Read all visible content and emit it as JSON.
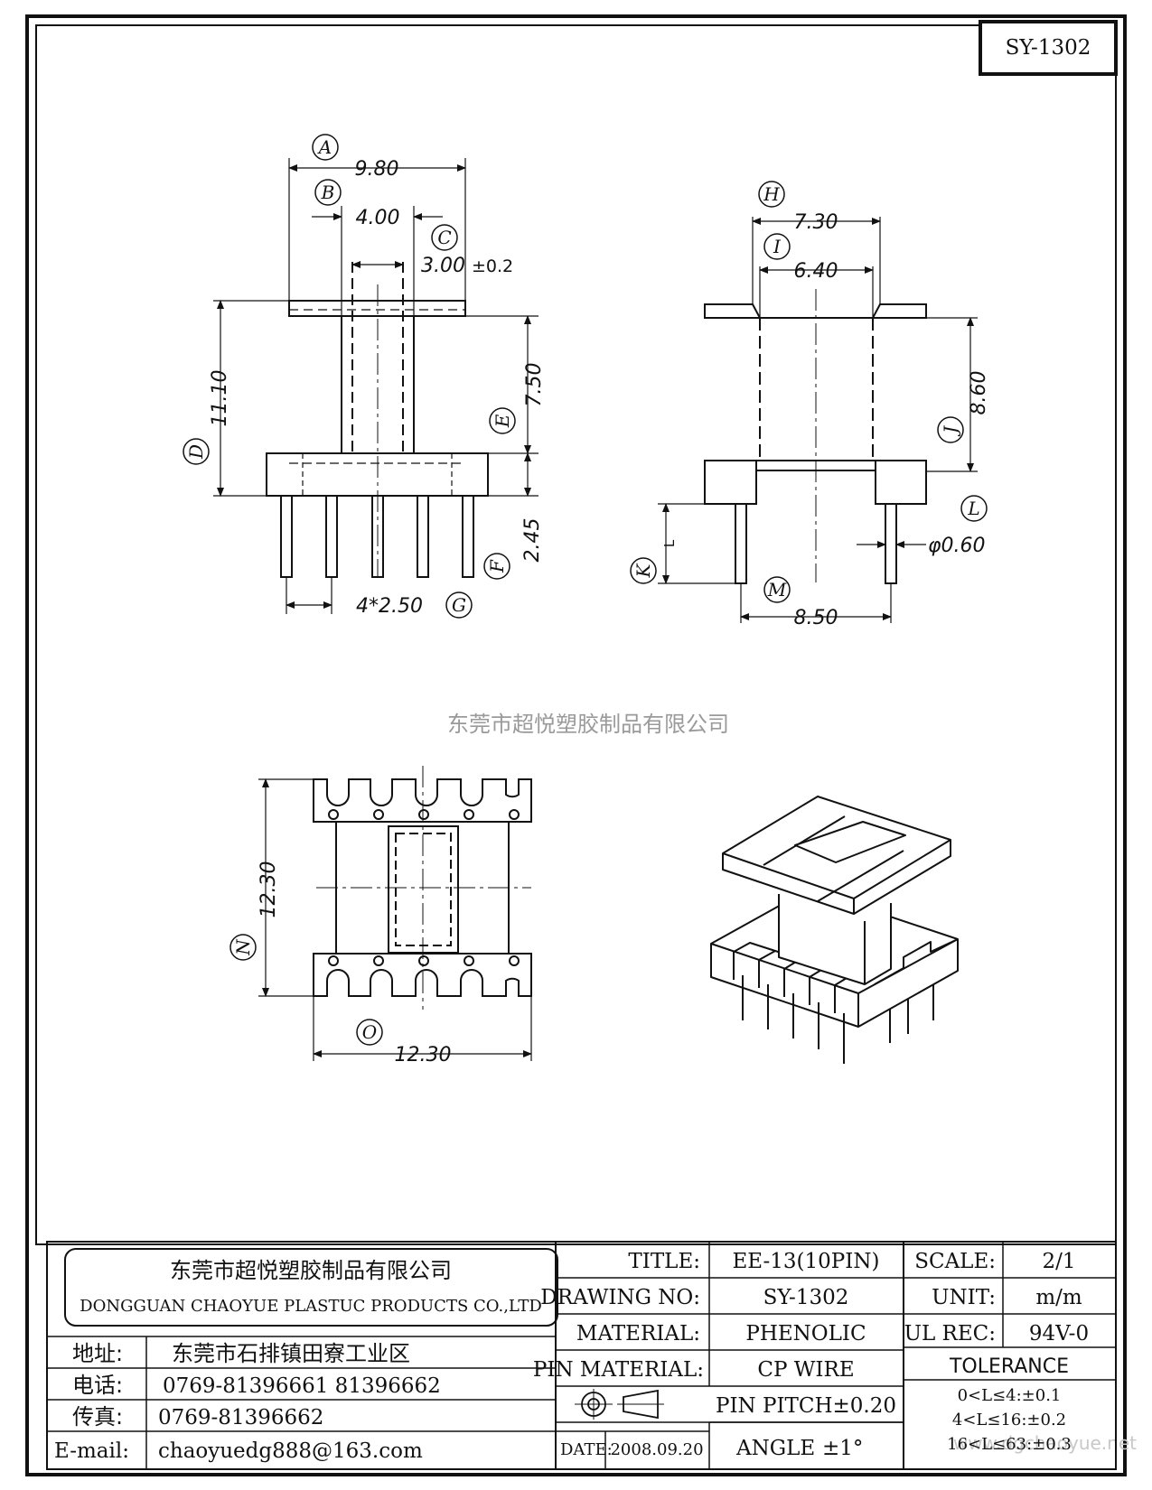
{
  "drawing_code": "SY-1302",
  "watermark": "东莞市超悦塑胶制品有限公司",
  "corner_watermark": "www.dgchaoyue.net",
  "front_view": {
    "A": {
      "tag": "A",
      "value": "9.80"
    },
    "B": {
      "tag": "B",
      "value": "4.00"
    },
    "C": {
      "tag": "C",
      "value": "3.00",
      "tol": "±0.2"
    },
    "D": {
      "tag": "D",
      "value": "11.10"
    },
    "E": {
      "tag": "E",
      "value": "7.50"
    },
    "F": {
      "tag": "F",
      "value": "2.45"
    },
    "G": {
      "tag": "G",
      "value": "4*2.50"
    }
  },
  "side_view": {
    "H": {
      "tag": "H",
      "value": "7.30"
    },
    "I": {
      "tag": "I",
      "value": "6.40"
    },
    "J": {
      "tag": "J",
      "value": "8.60"
    },
    "K": {
      "tag": "K",
      "value": "L"
    },
    "L": {
      "tag": "L",
      "value": "φ0.60"
    },
    "M": {
      "tag": "M",
      "value": "8.50"
    }
  },
  "bottom_view": {
    "N": {
      "tag": "N",
      "value": "12.30"
    },
    "O": {
      "tag": "O",
      "value": "12.30"
    }
  },
  "title_block": {
    "company_cn": "东莞市超悦塑胶制品有限公司",
    "company_en": "DONGGUAN CHAOYUE PLASTUC PRODUCTS CO.,LTD",
    "address_label": "地址:",
    "address_value": "东莞市石排镇田寮工业区",
    "phone_label": "电话:",
    "phone_value": "0769-81396661  81396662",
    "fax_label": "传真:",
    "fax_value": "0769-81396662",
    "email_label": "E-mail:",
    "email_value": "chaoyuedg888@163.com",
    "title_label": "TITLE:",
    "title_value": "EE-13(10PIN)",
    "drawing_no_label": "DRAWING NO:",
    "drawing_no_value": "SY-1302",
    "material_label": "MATERIAL:",
    "material_value": "PHENOLIC",
    "pin_material_label": "PIN MATERIAL:",
    "pin_material_value": "CP WIRE",
    "pin_pitch": "PIN PITCH±0.20",
    "angle_label": "ANGLE",
    "angle_value": "±1°",
    "date_label": "DATE:",
    "date_value": "2008.09.20",
    "scale_label": "SCALE:",
    "scale_value": "2/1",
    "unit_label": "UNIT:",
    "unit_value": "m/m",
    "ul_label": "UL REC:",
    "ul_value": "94V-0",
    "tolerance_label": "TOLERANCE",
    "tolerance_rows": [
      "0<L≤4:±0.1",
      "4<L≤16:±0.2",
      "16<L≤63:±0.3"
    ]
  }
}
